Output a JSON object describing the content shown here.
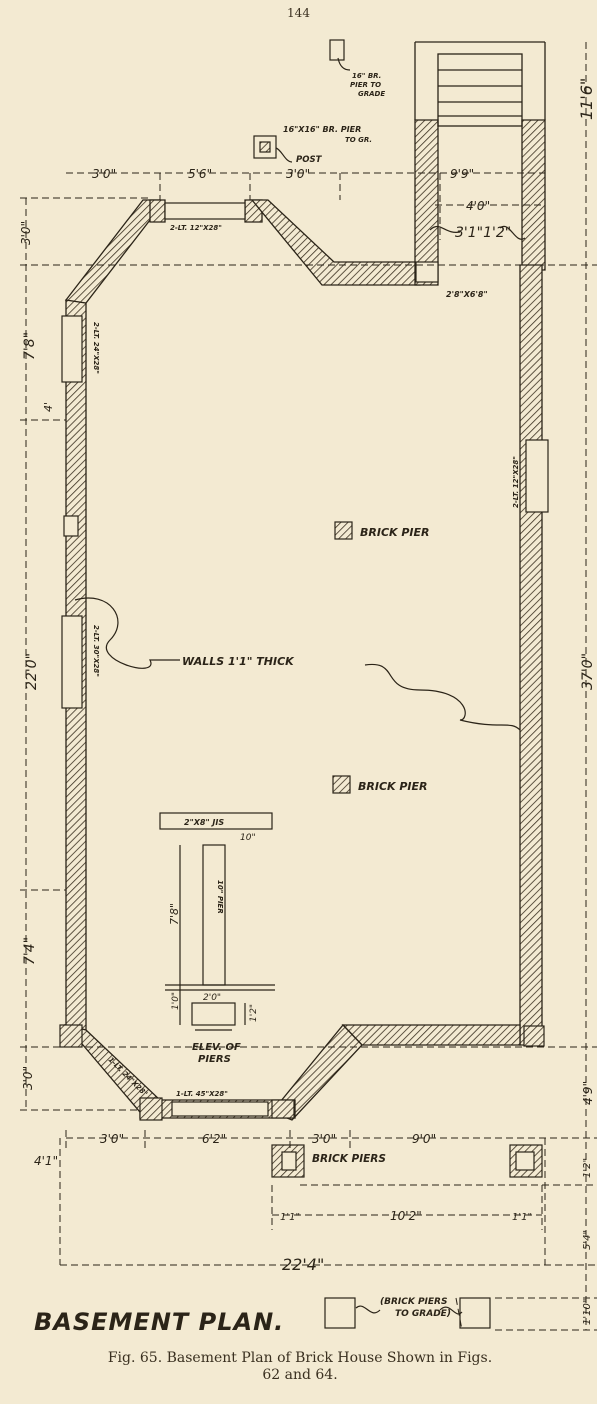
{
  "page_number": "144",
  "title": "BASEMENT PLAN.",
  "caption_line1": "Fig. 65.  Basement Plan of Brick House Shown in Figs.",
  "caption_line2": "62 and 64.",
  "labels": {
    "brick_pier_1": "BRICK PIER",
    "brick_pier_2": "BRICK PIER",
    "walls": "WALLS 1'1\" THICK",
    "brick_piers_bottom": "BRICK PIERS",
    "brick_piers_to_grade_1": "(BRICK PIERS",
    "brick_piers_to_grade_2": "TO GRADE)",
    "elev_of_piers_1": "ELEV. OF",
    "elev_of_piers_2": "PIERS",
    "pier_top_1": "16\"X16\" BR. PIER",
    "pier_top_2": "TO GR.",
    "post": "POST",
    "pier_grade_1": "16\" BR.",
    "pier_grade_2": "PIER TO",
    "pier_grade_3": "GRADE",
    "door": "2'8\"X6'8\"",
    "window_top": "2-LT. 12\"X28\"",
    "window_left1": "2-LT. 24\"X28\"",
    "window_left2": "2-LT. 30\"X28\"",
    "window_right": "2-LT. 12\"X28\"",
    "window_bay_left": "1-LT. 24\"X28\"",
    "window_bay_bottom": "1-LT. 45\"X28\"",
    "girder": "2\"X8\" JIS",
    "pier_col": "10\" PIER"
  },
  "dimensions": {
    "top_30a": "3'0\"",
    "top_56": "5'6\"",
    "top_30b": "3'0\"",
    "top_99": "9'9\"",
    "top_40": "4'0\"",
    "stair_311": "3'1\"1'2\"",
    "overall_right": "11'6\"",
    "left_30": "3'0\"",
    "left_78": "7'8\"",
    "left_4": "4'",
    "left_220": "22'0\"",
    "left_74": "7'4\"",
    "left_30b": "3'0\"",
    "right_370": "37'0\"",
    "right_49": "4'9\"",
    "right_12": "1'2\"",
    "right_54": "5'4\"",
    "right_110": "1'10\"",
    "bottom_412": "4'1\"",
    "bottom_30a": "3'0\"",
    "bottom_62": "6'2\"",
    "bottom_30b": "3'0\"",
    "bottom_90": "9'0\"",
    "piers_112a": "1'1\"",
    "piers_102": "10'2\"",
    "piers_112b": "1'1\"",
    "overall_224": "22'4\"",
    "elev_78": "7'8\"",
    "elev_10": "1'0\"",
    "elev_20": "2'0\"",
    "elev_12": "1'2\"",
    "elev_10b": "10\""
  }
}
